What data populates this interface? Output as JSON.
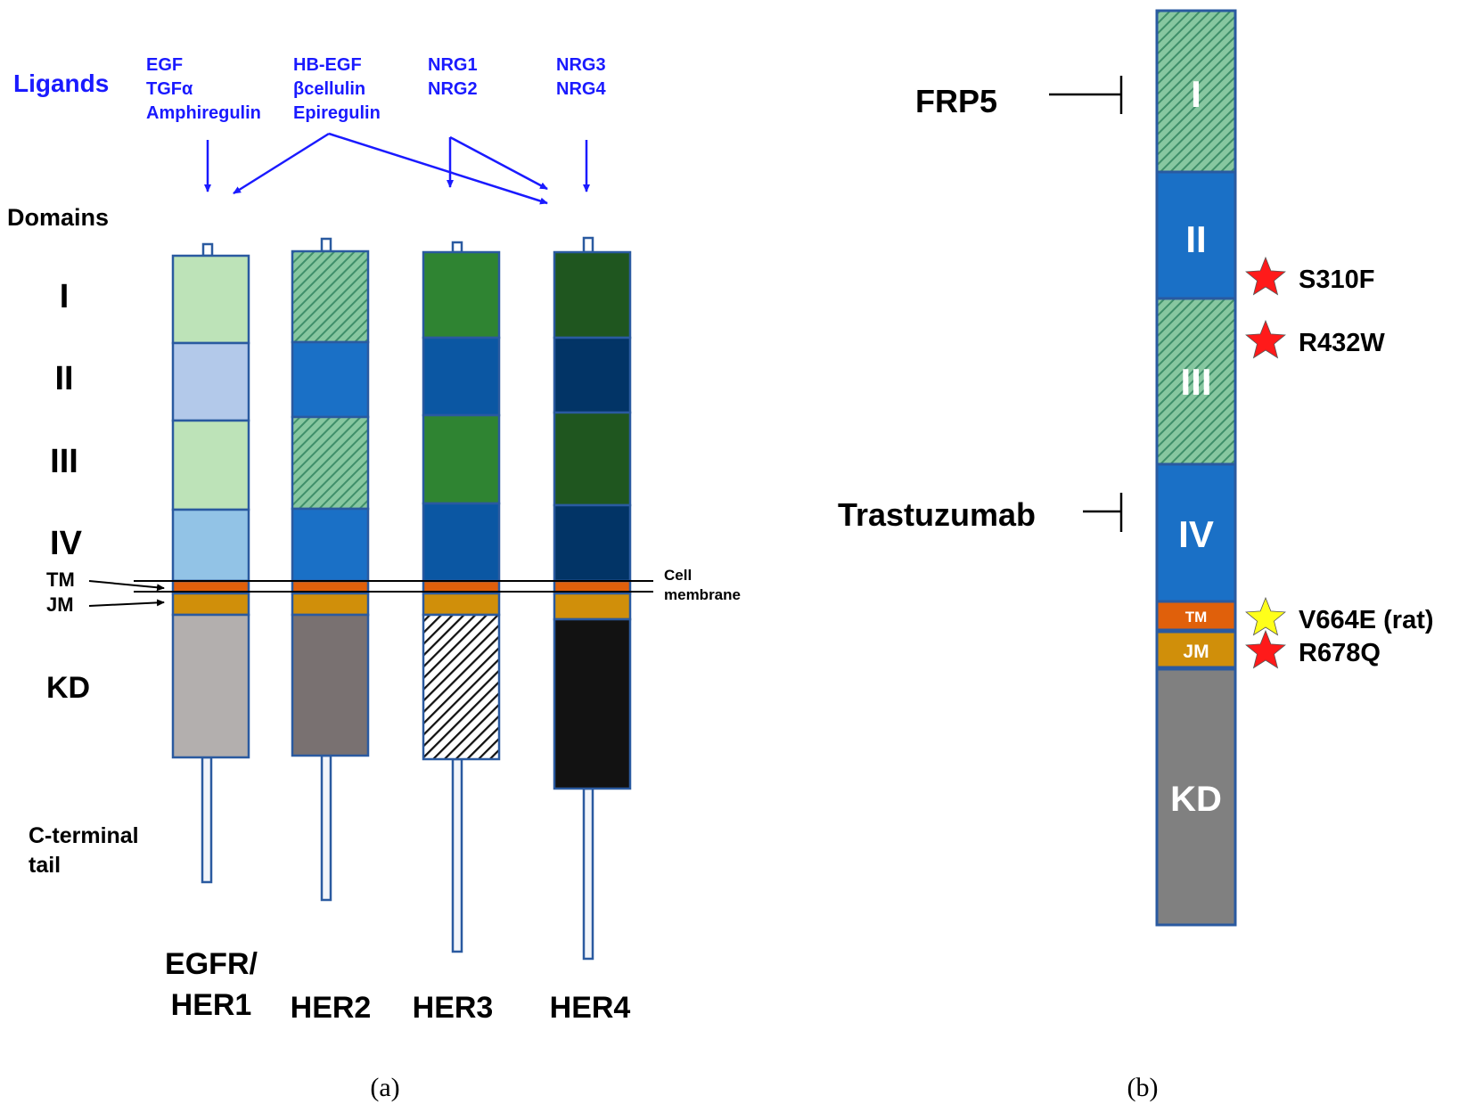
{
  "panel_a": {
    "ligands_heading": "Ligands",
    "domains_heading": "Domains",
    "ligand_groups": [
      {
        "lines": [
          "EGF",
          "TGFα",
          "Amphiregulin"
        ]
      },
      {
        "lines": [
          "HB-EGF",
          "βcellulin",
          "Epiregulin"
        ]
      },
      {
        "lines": [
          "NRG1",
          "NRG2"
        ]
      },
      {
        "lines": [
          "NRG3",
          "NRG4"
        ]
      }
    ],
    "domain_labels": {
      "I": "I",
      "II": "II",
      "III": "III",
      "IV": "IV",
      "TM": "TM",
      "JM": "JM",
      "KD": "KD",
      "ctail_line1": "C-terminal",
      "ctail_line2": "tail"
    },
    "membrane_label_line1": "Cell",
    "membrane_label_line2": "membrane",
    "receptors": [
      {
        "name_lines": [
          "EGFR/",
          "HER1"
        ],
        "I": "#bde3b8",
        "II": "#b3c9ea",
        "III": "#bde3b8",
        "IV": "#92c3e6",
        "KD": "#b3afae",
        "I_hatched": false,
        "III_hatched": false,
        "KD_hatched": false
      },
      {
        "name_lines": [
          "HER2"
        ],
        "I": "#6fb58c",
        "II": "#1a70c6",
        "III": "#6fb58c",
        "IV": "#1a70c6",
        "KD": "#797171",
        "I_hatched": true,
        "III_hatched": true,
        "KD_hatched": false
      },
      {
        "name_lines": [
          "HER3"
        ],
        "I": "#2f8432",
        "II": "#0b57a3",
        "III": "#2f8432",
        "IV": "#0b57a3",
        "KD": "#ffffff",
        "I_hatched": false,
        "III_hatched": false,
        "KD_hatched": true
      },
      {
        "name_lines": [
          "HER4"
        ],
        "I": "#1f561f",
        "II": "#023466",
        "III": "#1f561f",
        "IV": "#023466",
        "KD": "#121212",
        "I_hatched": false,
        "III_hatched": false,
        "KD_hatched": false
      }
    ],
    "caption": "(a)"
  },
  "panel_b": {
    "domains": {
      "I": "I",
      "II": "II",
      "III": "III",
      "IV": "IV",
      "TM": "TM",
      "JM": "JM",
      "KD": "KD"
    },
    "inhibitors": [
      "FRP5",
      "Trastuzumab"
    ],
    "mutations": [
      {
        "label": "S310F",
        "star_color": "#ff1a1a"
      },
      {
        "label": "R432W",
        "star_color": "#ff1a1a"
      },
      {
        "label": "V664E (rat)",
        "star_color": "#ffff1a"
      },
      {
        "label": "R678Q",
        "star_color": "#ff1a1a"
      }
    ],
    "caption": "(b)"
  },
  "colors": {
    "ligand_blue": "#1a1aff",
    "outline": "#2a5aa0",
    "tm_orange": "#e0600b",
    "jm_gold": "#d08f0a",
    "her2_blue": "#1a70c6",
    "her2_hatch_green": "#6fb58c",
    "kd_gray_b": "#808080"
  }
}
